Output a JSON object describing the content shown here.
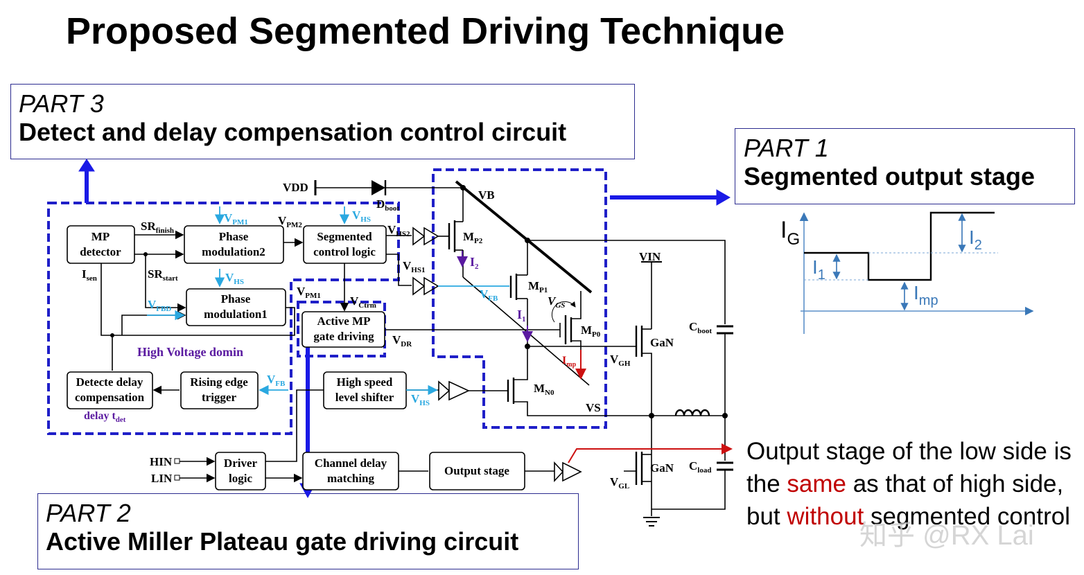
{
  "title": "Proposed Segmented Driving Technique",
  "part3": {
    "label": "PART 3",
    "desc": "Detect and delay compensation control circuit"
  },
  "part1": {
    "label": "PART 1",
    "desc": "Segmented output stage"
  },
  "part2": {
    "label": "PART 2",
    "desc": "Active Miller Plateau gate driving circuit"
  },
  "blocks": {
    "mp_detector": [
      "MP",
      "detector"
    ],
    "phase_mod2": [
      "Phase",
      "modulation2"
    ],
    "seg_logic": [
      "Segmented",
      "control logic"
    ],
    "phase_mod1": [
      "Phase",
      "modulation1"
    ],
    "active_mp": [
      "Active MP",
      "gate driving"
    ],
    "detect_delay": [
      "Detecte delay",
      "compensation"
    ],
    "rising_edge": [
      "Rising edge",
      "trigger"
    ],
    "level_shifter": [
      "High speed",
      "level shifter"
    ],
    "driver_logic": [
      "Driver",
      "logic"
    ],
    "channel_delay": [
      "Channel delay",
      "matching"
    ],
    "output_stage": "Output stage"
  },
  "labels": {
    "vdd": "VDD",
    "dboot": "D",
    "dboot_sub": "boot",
    "vb": "VB",
    "sr_finish": "SR",
    "sr_finish_sub": "finish",
    "sr_start": "SR",
    "sr_start_sub": "start",
    "isen": "I",
    "isen_sub": "sen",
    "vpm1_top": "V",
    "vpm1_top_sub": "PM1",
    "vpm2": "V",
    "vpm2_sub": "PM2",
    "vhs_top": "V",
    "vhs_top_sub": "HS",
    "vhs2": "V",
    "vhs2_sub": "HS2",
    "vhs1": "V",
    "vhs1_sub": "HS1",
    "vhs_mid": "V",
    "vhs_mid_sub": "HS",
    "vpm1": "V",
    "vpm1_sub": "PM1",
    "vctrm": "V",
    "vctrm_sub": "Ctrm",
    "vfbd": "V",
    "vfbd_sub": "FBD",
    "vdr": "V",
    "vdr_sub": "DR",
    "vfb_left": "V",
    "vfb_left_sub": "FB",
    "vfb": "V",
    "vfb_sub": "FB",
    "vhs_ls": "V",
    "vhs_ls_sub": "HS",
    "hv_domain": "High Voltage domin",
    "delay": "delay t",
    "delay_sub": "det",
    "mp2": "M",
    "mp2_sub": "P2",
    "mp1": "M",
    "mp1_sub": "P1",
    "mp0": "M",
    "mp0_sub": "P0",
    "mn0": "M",
    "mn0_sub": "N0",
    "i2": "I",
    "i2_sub": "2",
    "i1": "I",
    "i1_sub": "1",
    "imp": "I",
    "imp_sub": "mp",
    "vgs": "V",
    "vgs_sub": "GS",
    "vin": "VIN",
    "gan_hi": "GaN",
    "gan_lo": "GaN",
    "vgh": "V",
    "vgh_sub": "GH",
    "vgl": "V",
    "vgl_sub": "GL",
    "vs": "VS",
    "cboot": "C",
    "cboot_sub": "boot",
    "cload": "C",
    "cload_sub": "load",
    "hin": "HIN",
    "lin": "LIN"
  },
  "plot": {
    "ig": "I",
    "ig_sub": "G",
    "i1": "I",
    "i1_sub": "1",
    "i2": "I",
    "i2_sub": "2",
    "imp": "I",
    "imp_sub": "mp"
  },
  "note": {
    "before": "Output stage of the low side is the ",
    "same": "same",
    "mid": " as that of high side, but ",
    "without": "without",
    "after": " segmented control"
  },
  "watermark": "知乎 @RX Lai",
  "colors": {
    "box_blue": "#1f1fc8",
    "arrow_blue": "#1a1ae6",
    "cyan": "#2aa8e0",
    "purple": "#5a1aa0",
    "red": "#cc1010"
  }
}
